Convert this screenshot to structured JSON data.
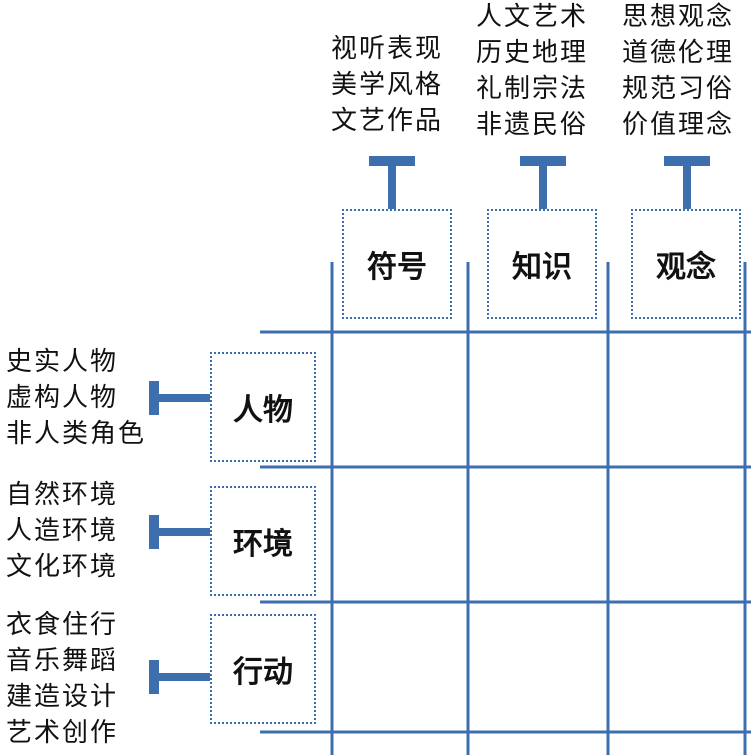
{
  "colors": {
    "line": "#3d6fae",
    "text": "#111111"
  },
  "columns": [
    {
      "key": "symbol",
      "label": "符号",
      "items": [
        "视听表现",
        "美学风格",
        "文艺作品"
      ]
    },
    {
      "key": "knowledge",
      "label": "知识",
      "items": [
        "人文艺术",
        "历史地理",
        "礼制宗法",
        "非遗民俗"
      ]
    },
    {
      "key": "concept",
      "label": "观念",
      "items": [
        "思想观念",
        "道德伦理",
        "规范习俗",
        "价值理念"
      ]
    }
  ],
  "rows": [
    {
      "key": "character",
      "label": "人物",
      "items": [
        "史实人物",
        "虚构人物",
        "非人类角色"
      ]
    },
    {
      "key": "environment",
      "label": "环境",
      "items": [
        "自然环境",
        "人造环境",
        "文化环境"
      ]
    },
    {
      "key": "action",
      "label": "行动",
      "items": [
        "衣食住行",
        "音乐舞蹈",
        "建造设计",
        "艺术创作"
      ]
    }
  ]
}
